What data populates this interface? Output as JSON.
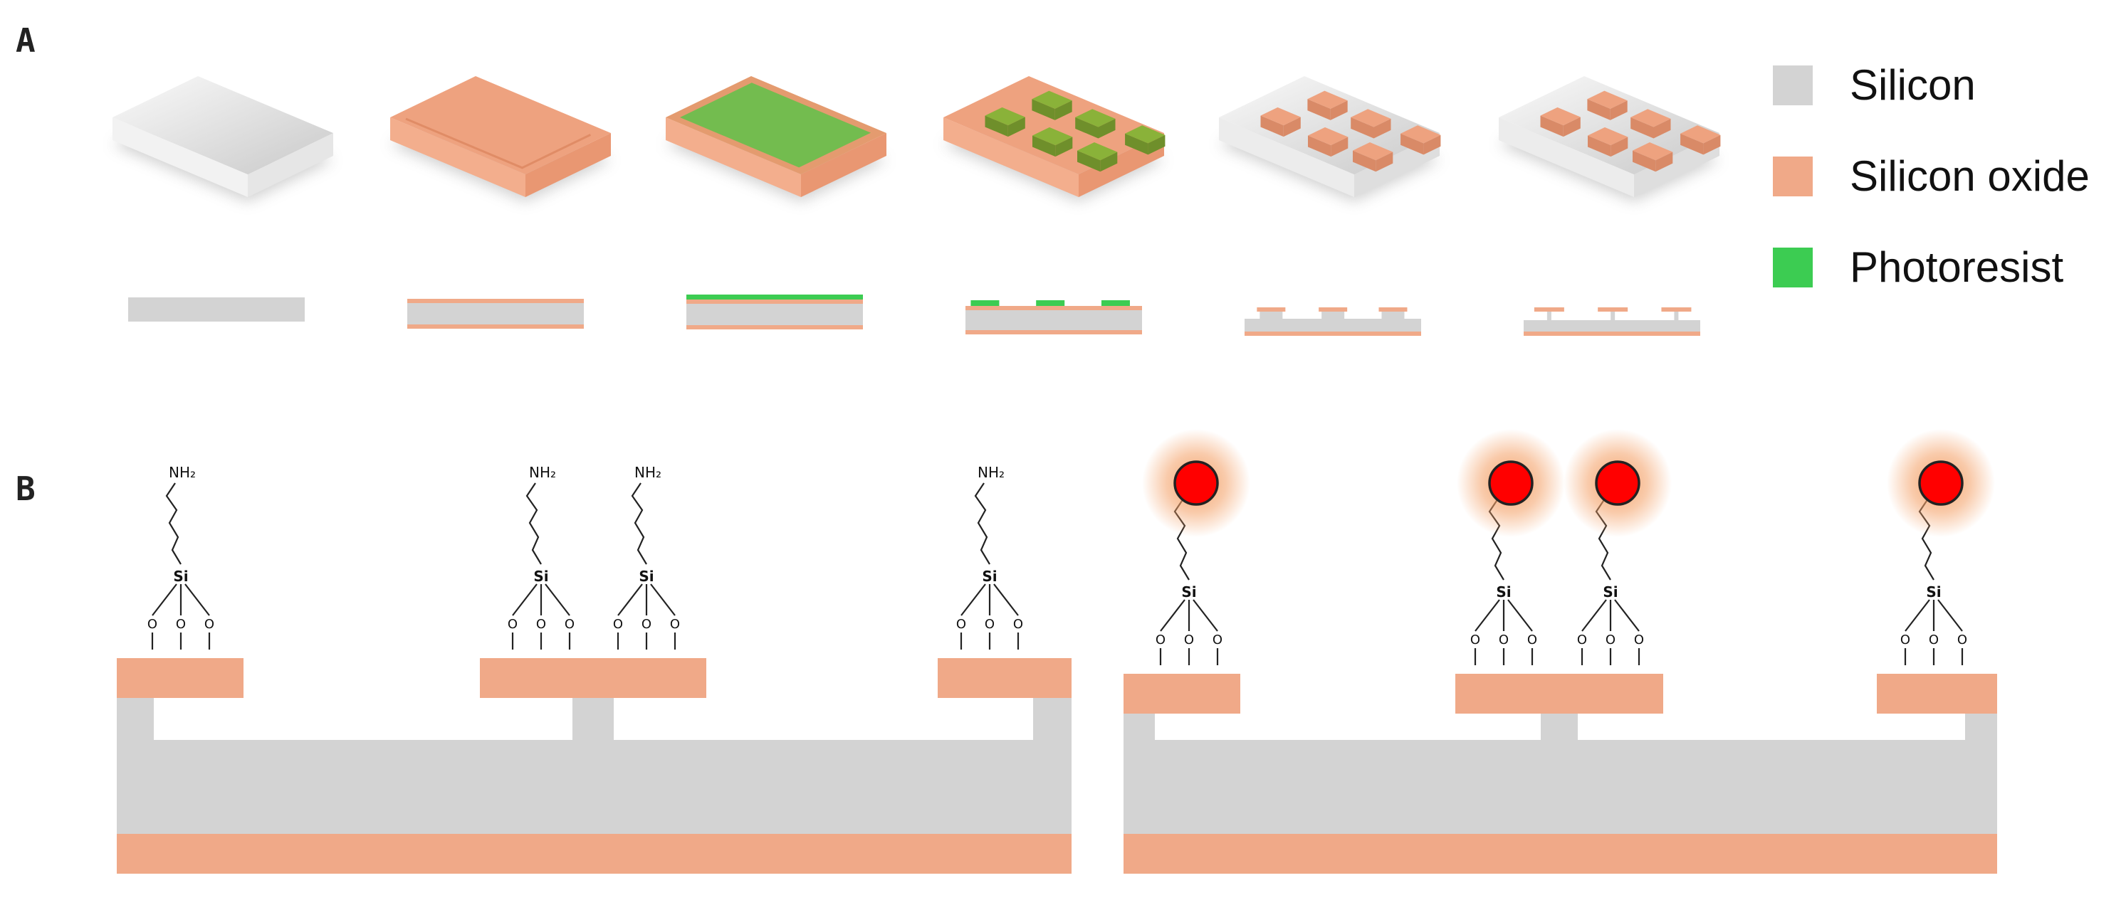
{
  "panels": {
    "a": "A",
    "b": "B"
  },
  "legend": [
    {
      "label": "Silicon",
      "color": "#d3d3d3"
    },
    {
      "label": "Silicon oxide",
      "color": "#f0a988"
    },
    {
      "label": "Photoresist",
      "color": "#3ccc52"
    }
  ],
  "chem": {
    "amine": "NH₂",
    "silicon": "Si",
    "oxygen": "O"
  },
  "colors": {
    "silicon": "#d3d3d3",
    "oxide": "#f0a988",
    "photoresist": "#3ccc52",
    "resist_dark": "#7d9a2e",
    "dye": "#ff0000",
    "dye_glow": "#f4a066",
    "bond": "#222222"
  }
}
